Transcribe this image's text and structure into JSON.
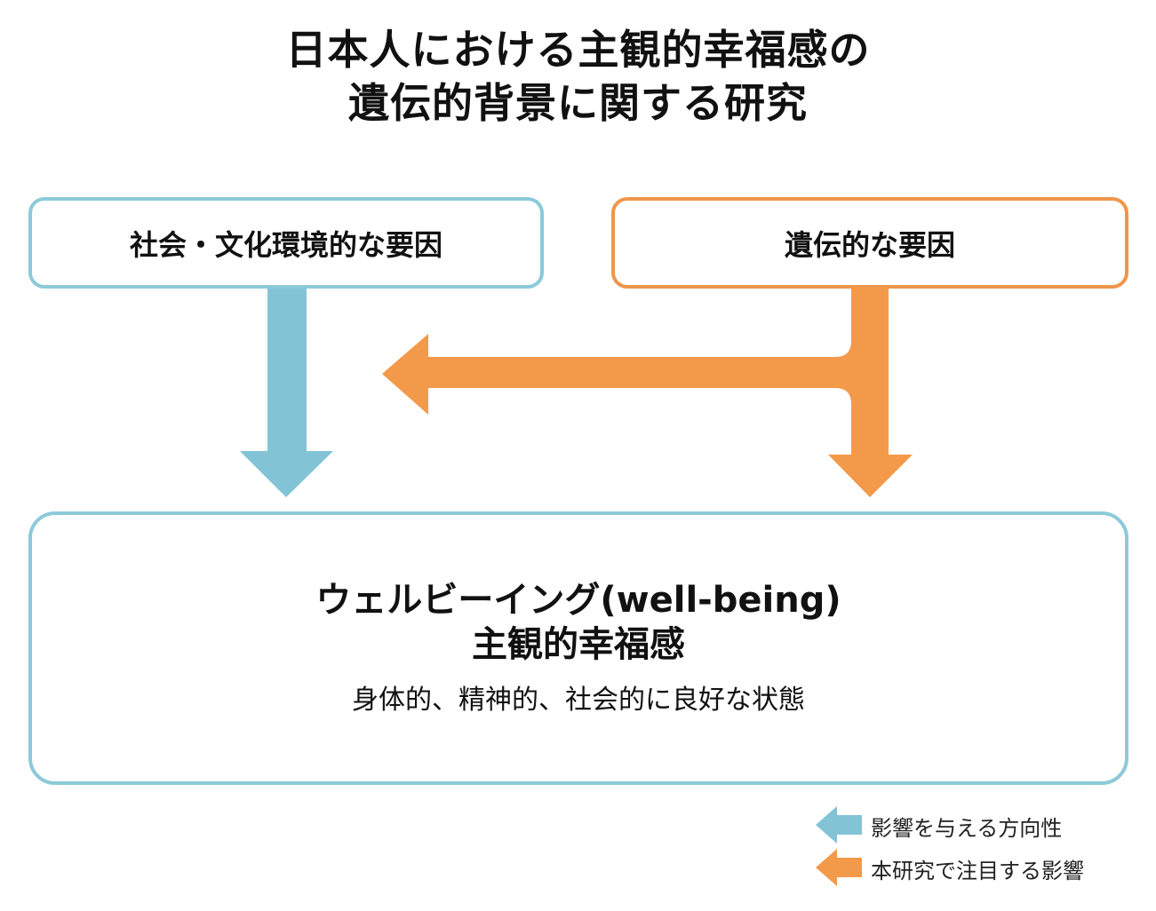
{
  "title": {
    "line1": "日本人における主観的幸福感の",
    "line2": "遺伝的背景に関する研究"
  },
  "boxes": {
    "social": "社会・文化環境的な要因",
    "genetic": "遺伝的な要因",
    "wellbeing": {
      "title_line1": "ウェルビーイング(well-being)",
      "title_line2": "主観的幸福感",
      "description": "身体的、精神的、社会的に良好な状態"
    }
  },
  "legend": {
    "blue": "影響を与える方向性",
    "orange": "本研究で注目する影響"
  },
  "colors": {
    "blue": "#83c3d6",
    "orange": "#f39a4a",
    "blue_border": "#8ccad9",
    "orange_border": "#f0964a"
  }
}
